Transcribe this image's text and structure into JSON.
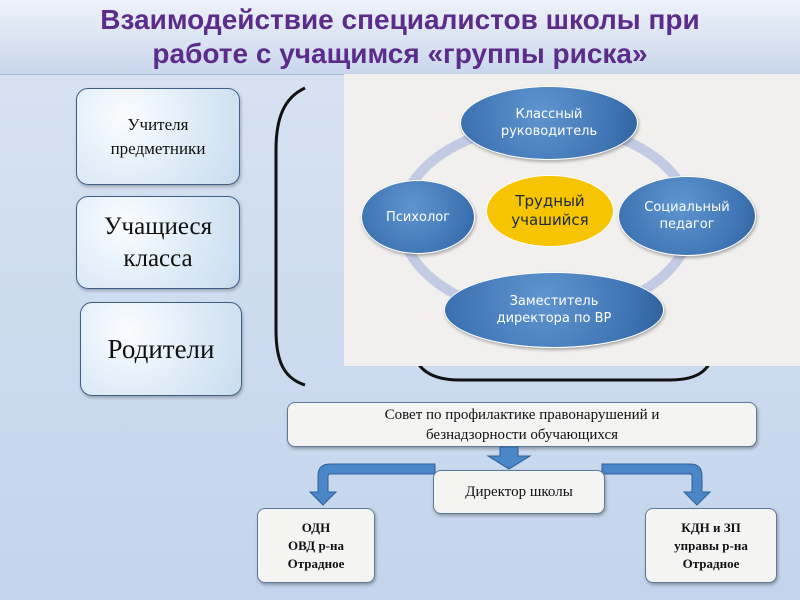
{
  "title": {
    "line1": "Взаимодействие специалистов школы при",
    "line2": "работе с учащимся «группы риска»"
  },
  "left_boxes": {
    "teachers": {
      "line1": "Учителя",
      "line2": "предметники"
    },
    "students": {
      "line1": "Учащиеся",
      "line2": "класса"
    },
    "parents": {
      "label": "Родители"
    }
  },
  "cycle": {
    "top": {
      "line1": "Классный",
      "line2": "руководитель"
    },
    "left": {
      "label": "Психолог"
    },
    "right": {
      "line1": "Социальный",
      "line2": "педагог"
    },
    "bottom": {
      "line1": "Заместитель",
      "line2": "директора по ВР"
    },
    "center": {
      "line1": "Трудный",
      "line2": "учашийся"
    }
  },
  "council": {
    "line1": "Совет по профилактике правонарушений и",
    "line2": "безнадзорности обучающихся"
  },
  "director": {
    "label": "Директор школы"
  },
  "odn": {
    "line1": "ОДН",
    "line2": "ОВД р-на",
    "line3": "Отрадное"
  },
  "kdn": {
    "line1": "КДН и ЗП",
    "line2": "управы р-на",
    "line3": "Отрадное"
  },
  "colors": {
    "title_text": "#5b2c8a",
    "node_blue": "#3d73b2",
    "center_yellow": "#f6c400",
    "arrow_blue": "#4a87c8"
  }
}
